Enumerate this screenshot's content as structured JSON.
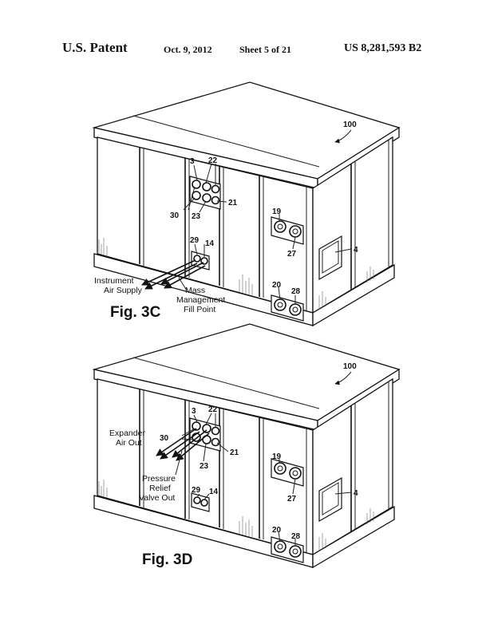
{
  "header": {
    "title": "U.S. Patent",
    "date": "Oct. 9, 2012",
    "sheet": "Sheet 5 of 21",
    "patent_number": "US 8,281,593 B2"
  },
  "figure_c": {
    "caption": "Fig. 3C",
    "ref_100": "100",
    "ref_3": "3",
    "ref_22": "22",
    "ref_30": "30",
    "ref_23": "23",
    "ref_21": "21",
    "ref_19": "19",
    "ref_27": "27",
    "ref_4": "4",
    "ref_29": "29",
    "ref_14": "14",
    "ref_20": "20",
    "ref_28": "28",
    "label_instrument_1": "Instrument",
    "label_instrument_2": "Air Supply",
    "label_mass_1": "Mass",
    "label_mass_2": "Management",
    "label_mass_3": "Fill Point"
  },
  "figure_d": {
    "caption": "Fig. 3D",
    "ref_100": "100",
    "ref_3": "3",
    "ref_22": "22",
    "ref_30": "30",
    "ref_23": "23",
    "ref_21": "21",
    "ref_19": "19",
    "ref_27": "27",
    "ref_4": "4",
    "ref_29": "29",
    "ref_14": "14",
    "ref_20": "20",
    "ref_28": "28",
    "label_expander_1": "Expander",
    "label_expander_2": "Air Out",
    "label_pressure_1": "Pressure",
    "label_pressure_2": "Relief",
    "label_pressure_3": "Valve Out"
  }
}
